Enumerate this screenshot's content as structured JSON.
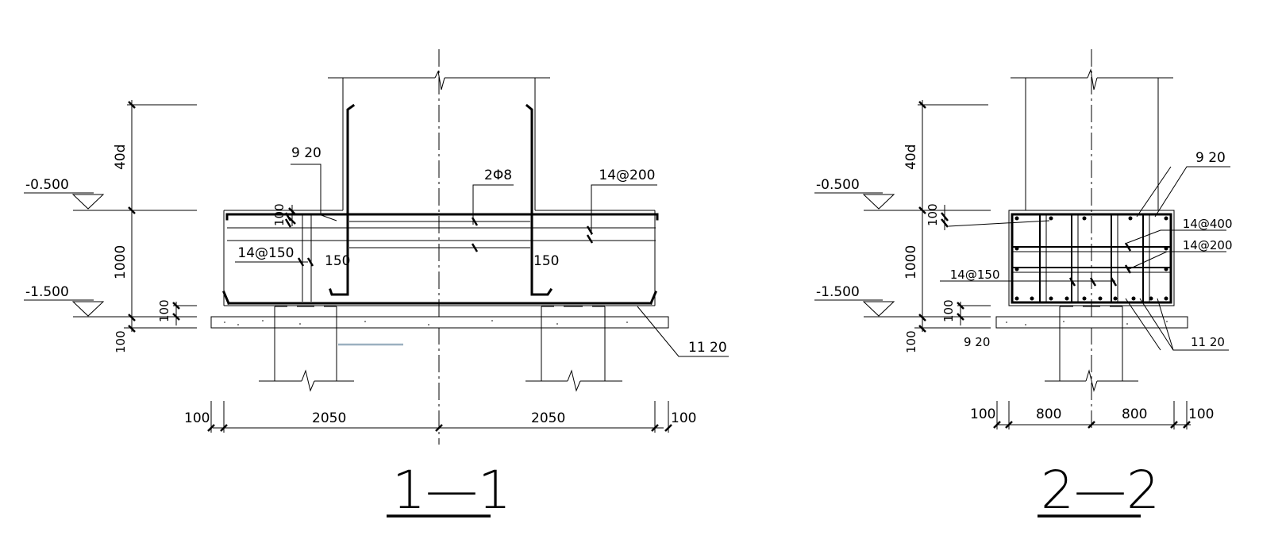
{
  "section_1": {
    "title": "1—1",
    "elev_top": "-0.500",
    "elev_bottom": "-1.500",
    "dim_anchor": "40d",
    "dim_depth": "1000",
    "dim_cover_top": "100",
    "dim_cover_bottom": "100",
    "dim_lean": "100",
    "dim_edge_left": "100",
    "dim_half_left": "2050",
    "dim_half_right": "2050",
    "dim_edge_right": "100",
    "label_column_bars": "9 20",
    "label_tie": "2Φ8",
    "label_top_mesh": " 14@200",
    "label_side_mesh": " 14@150",
    "label_bottom_bars": "11 20",
    "label_hook_left": "150",
    "label_hook_right": "150"
  },
  "section_2": {
    "title": "2—2",
    "elev_top": "-0.500",
    "elev_bottom": "-1.500",
    "dim_anchor": "40d",
    "dim_depth": "1000",
    "dim_cover_top": "100",
    "dim_cover_bottom": "100",
    "dim_lean": "100",
    "dim_edge_left": "100",
    "dim_half_left": "800",
    "dim_half_right": "800",
    "dim_edge_right": "100",
    "label_top_bars": "9 20",
    "label_mesh_400": " 14@400",
    "label_mesh_200": " 14@200",
    "label_mesh_150": " 14@150",
    "label_bottom_bars": "11 20",
    "label_left_bars": "9 20"
  }
}
